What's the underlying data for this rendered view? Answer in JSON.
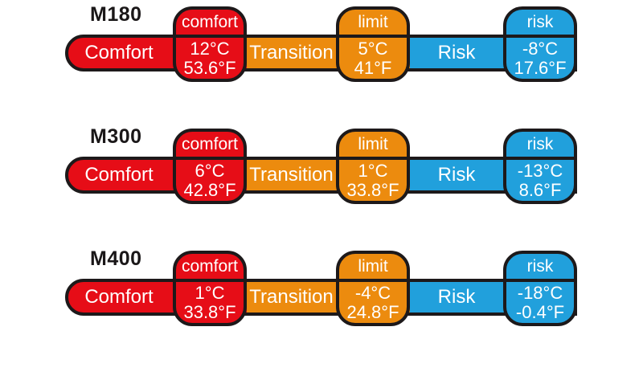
{
  "colors": {
    "red": "#e60d17",
    "orange": "#ec8b0e",
    "blue": "#21a0dc",
    "outline": "#1d191a"
  },
  "rows": [
    {
      "model": "M180",
      "zones": {
        "comfort": "Comfort",
        "transition": "Transition",
        "risk": "Risk"
      },
      "comfort_badge": {
        "label": "comfort",
        "celsius": "12°C",
        "fahrenheit": "53.6°F"
      },
      "limit_badge": {
        "label": "limit",
        "celsius": "5°C",
        "fahrenheit": "41°F"
      },
      "risk_badge": {
        "label": "risk",
        "celsius": "-8°C",
        "fahrenheit": "17.6°F"
      }
    },
    {
      "model": "M300",
      "zones": {
        "comfort": "Comfort",
        "transition": "Transition",
        "risk": "Risk"
      },
      "comfort_badge": {
        "label": "comfort",
        "celsius": "6°C",
        "fahrenheit": "42.8°F"
      },
      "limit_badge": {
        "label": "limit",
        "celsius": "1°C",
        "fahrenheit": "33.8°F"
      },
      "risk_badge": {
        "label": "risk",
        "celsius": "-13°C",
        "fahrenheit": "8.6°F"
      }
    },
    {
      "model": "M400",
      "zones": {
        "comfort": "Comfort",
        "transition": "Transition",
        "risk": "Risk"
      },
      "comfort_badge": {
        "label": "comfort",
        "celsius": "1°C",
        "fahrenheit": "33.8°F"
      },
      "limit_badge": {
        "label": "limit",
        "celsius": "-4°C",
        "fahrenheit": "24.8°F"
      },
      "risk_badge": {
        "label": "risk",
        "celsius": "-18°C",
        "fahrenheit": "-0.4°F"
      }
    }
  ]
}
